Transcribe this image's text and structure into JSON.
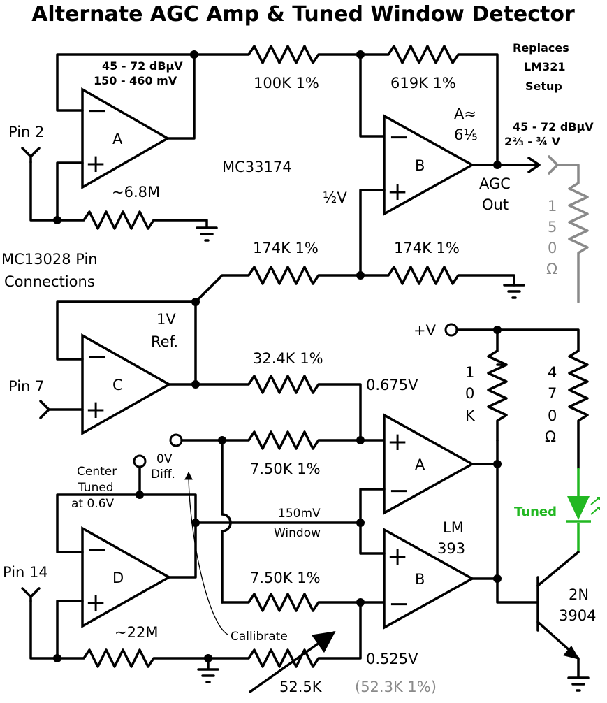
{
  "title": "Alternate AGC Amp & Tuned Window Detector",
  "notes": {
    "replaces": [
      "Replaces",
      "LM321",
      "Setup"
    ],
    "input_level": [
      "45 - 72 dBµV",
      "150 - 460 mV"
    ],
    "output_level": [
      "45 - 72 dBµV",
      "2⅔ - ¾ V"
    ],
    "mc13028": [
      "MC13028 Pin",
      "Connections"
    ]
  },
  "pins": {
    "pin2": "Pin 2",
    "pin7": "Pin 7",
    "pin14": "Pin 14"
  },
  "ics": {
    "quad_opamp": "MC33174",
    "comparator_line1": "LM",
    "comparator_line2": "393"
  },
  "opamps": {
    "a": "A",
    "b": "B",
    "c": "C",
    "d": "D",
    "cmp_a": "A",
    "cmp_b": "B"
  },
  "signs": {
    "minus": "−",
    "plus": "+"
  },
  "resistors": {
    "r_100k": "100K 1%",
    "r_619k": "619K 1%",
    "r_6m8": "~6.8M",
    "r_174k_a": "174K 1%",
    "r_174k_b": "174K 1%",
    "r_32k4": "32.4K 1%",
    "r_7k50_a": "7.50K 1%",
    "r_7k50_b": "7.50K 1%",
    "r_22m": "~22M",
    "r_52k5": "52.5K",
    "r_52k3": "(52.3K 1%)",
    "r_10k": [
      "1",
      "0",
      "K"
    ],
    "r_470": [
      "4",
      "7",
      "0",
      "Ω"
    ],
    "r_150": [
      "1",
      "5",
      "0",
      "Ω"
    ]
  },
  "labels": {
    "gain": [
      "A≈",
      "6⅕"
    ],
    "half_v": "½V",
    "agc_out": [
      "AGC",
      "Out"
    ],
    "ref": [
      "1V",
      "Ref."
    ],
    "v0675": "0.675V",
    "v0525": "0.525V",
    "diff": [
      "0V",
      "Diff."
    ],
    "center": [
      "Center",
      "Tuned",
      "at 0.6V"
    ],
    "window": [
      "150mV",
      "Window"
    ],
    "calibrate": "Callibrate",
    "plus_v": "+V",
    "tuned": "Tuned",
    "transistor": [
      "2N",
      "3904"
    ]
  },
  "colors": {
    "wire": "#000000",
    "load": "#8a8a8a",
    "led": "#22b822"
  }
}
